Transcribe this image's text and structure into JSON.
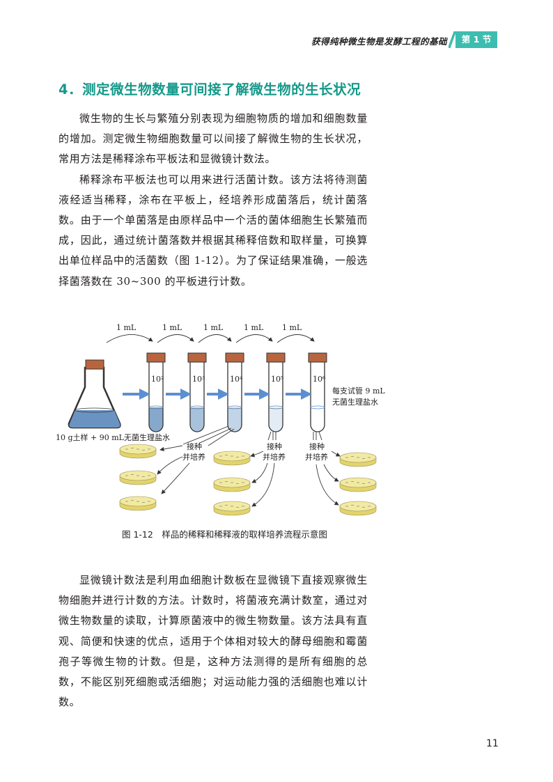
{
  "header": {
    "running_title": "获得纯种微生物是发酵工程的基础",
    "section_tab": "第 1 节"
  },
  "section_heading": "4．测定微生物数量可间接了解微生物的生长状况",
  "paragraphs_top": [
    "微生物的生长与繁殖分别表现为细胞物质的增加和细胞数量的增加。测定微生物细胞数量可以间接了解微生物的生长状况，常用方法是稀释涂布平板法和显微镜计数法。",
    "稀释涂布平板法也可以用来进行活菌计数。该方法将待测菌液经适当稀释，涂布在平板上，经培养形成菌落后，统计菌落数。由于一个单菌落是由原样品中一个活的菌体细胞生长繁殖而成，因此，通过统计菌落数并根据其稀释倍数和取样量，可换算出单位样品中的活菌数（图 1-12）。为了保证结果准确，一般选择菌落数在 30~300 的平板进行计数。"
  ],
  "figure": {
    "transfer_labels": [
      "1 mL",
      "1 mL",
      "1 mL",
      "1 mL",
      "1 mL"
    ],
    "tube_labels": [
      "10²",
      "10³",
      "10⁴",
      "10⁵",
      "10⁶"
    ],
    "flask_label": "10 g土样 + 90 mL无菌生理盐水",
    "tube_note_line1": "每支试管 9 mL",
    "tube_note_line2": "无菌生理盐水",
    "inoculate_line1": "接种",
    "inoculate_line2": "并培养",
    "caption": "图 1-12　样品的稀释和稀释液的取样培养流程示意图"
  },
  "paragraphs_bottom": [
    "显微镜计数法是利用血细胞计数板在显微镜下直接观察微生物细胞并进行计数的方法。计数时，将菌液充满计数室，通过对微生物数量的读取，计算原菌液中的微生物数量。该方法具有直观、简便和快速的优点，适用于个体相对较大的酵母细胞和霉菌孢子等微生物的计数。但是，这种方法测得的是所有细胞的总数，不能区别死细胞或活细胞；对运动能力强的活细胞也难以计数。"
  ],
  "page_number": "11",
  "colors": {
    "accent": "#14998a",
    "tab": "#3dbdb0",
    "arrow": "#5b8fd0",
    "stopper": "#b8653f",
    "agar": "#efe48f"
  }
}
